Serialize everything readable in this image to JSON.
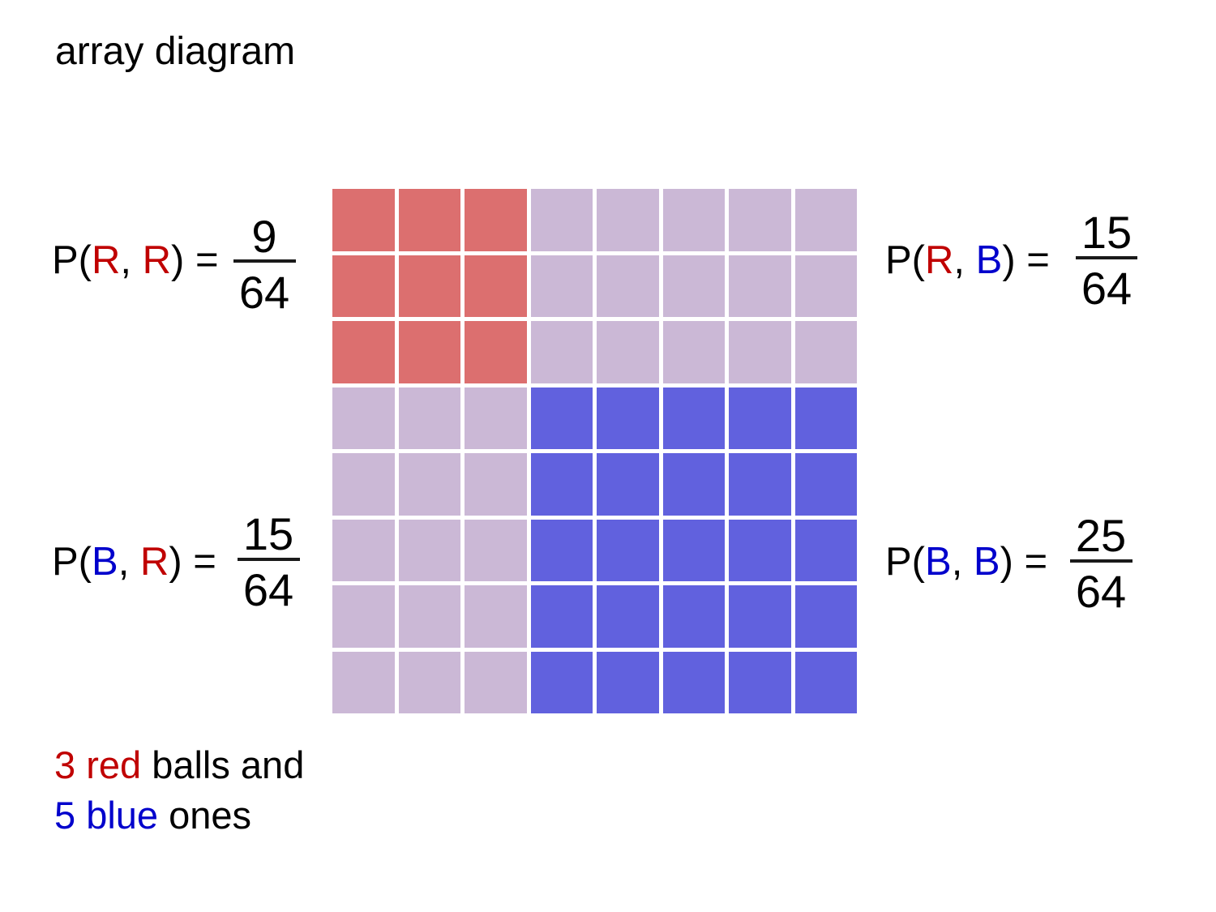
{
  "title": "array diagram",
  "colors": {
    "red_text": "#c00000",
    "blue_text": "#0000cc",
    "rr_cell": "#dc6f6f",
    "mixed_cell": "#cbb8d6",
    "bb_cell": "#6161de"
  },
  "grid": {
    "rows": 8,
    "cols": 8,
    "red_count": 3,
    "blue_count": 5,
    "total": 64
  },
  "probabilities": {
    "rr": {
      "prefix": "P(",
      "first": "R",
      "sep": ", ",
      "second": "R",
      "suffix": ") =",
      "numerator": "9",
      "denominator": "64"
    },
    "rb": {
      "prefix": "P(",
      "first": "R",
      "sep": ", ",
      "second": "B",
      "suffix": ") =",
      "numerator": "15",
      "denominator": "64"
    },
    "br": {
      "prefix": "P(",
      "first": "B",
      "sep": ", ",
      "second": "R",
      "suffix": ") =",
      "numerator": "15",
      "denominator": "64"
    },
    "bb": {
      "prefix": "P(",
      "first": "B",
      "sep": ", ",
      "second": "B",
      "suffix": ") =",
      "numerator": "25",
      "denominator": "64"
    }
  },
  "caption": {
    "line1_colored": "3 red",
    "line1_rest": " balls and",
    "line2_colored": "5 blue",
    "line2_rest": " ones"
  }
}
